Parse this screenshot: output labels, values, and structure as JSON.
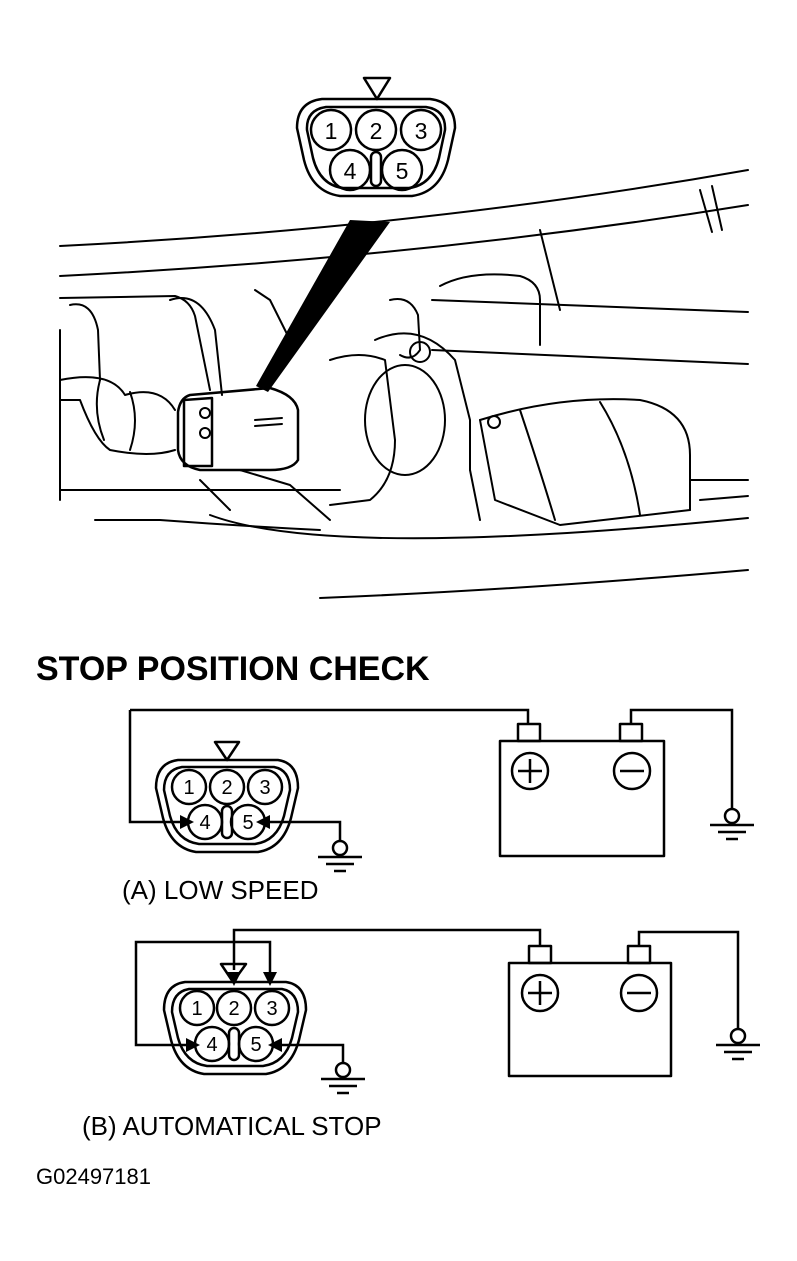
{
  "title": "STOP POSITION CHECK",
  "connector_pins": [
    "1",
    "2",
    "3",
    "4",
    "5"
  ],
  "circuit_a": {
    "caption": "(A) LOW SPEED",
    "pins": [
      "1",
      "2",
      "3",
      "4",
      "5"
    ]
  },
  "circuit_b": {
    "caption": "(B) AUTOMATICAL STOP",
    "pins": [
      "1",
      "2",
      "3",
      "4",
      "5"
    ]
  },
  "figure_code": "G02497181",
  "icons": {
    "battery_positive": "plus-circle-icon",
    "battery_negative": "minus-circle-icon",
    "ground": "ground-icon",
    "pin_marker": "triangle-marker-icon"
  }
}
